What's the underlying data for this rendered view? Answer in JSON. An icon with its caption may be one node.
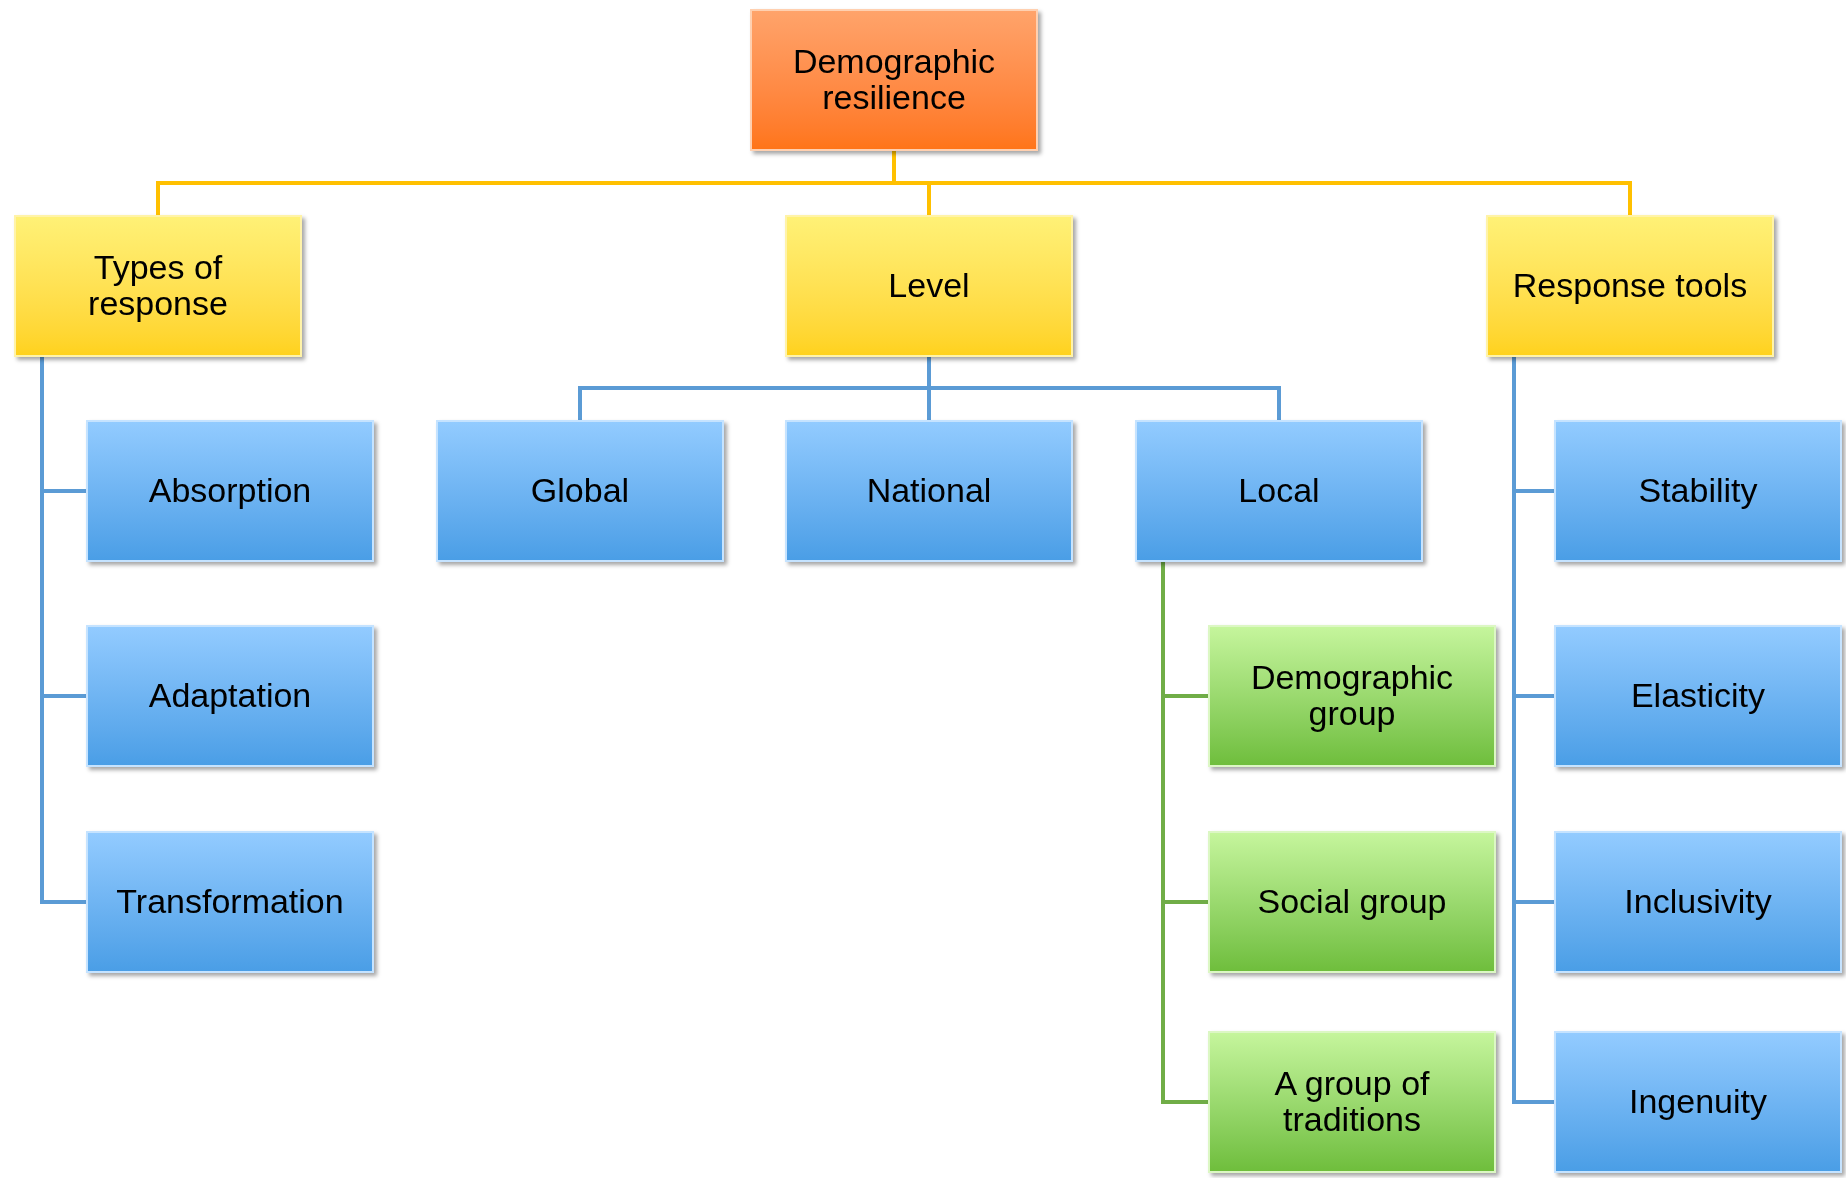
{
  "diagram": {
    "nodes": [
      {
        "text": [
          "Demographic resilience"
        ]
      },
      {
        "text": [
          "Types of response"
        ]
      },
      {
        "text": [
          "Level"
        ]
      },
      {
        "text": [
          "Response tools"
        ]
      },
      {
        "text": [
          "Absorption"
        ]
      },
      {
        "text": [
          "Adaptation"
        ]
      },
      {
        "text": [
          "Transformation"
        ]
      },
      {
        "text": [
          "Global"
        ]
      },
      {
        "text": [
          "National"
        ]
      },
      {
        "text": [
          "Local"
        ]
      },
      {
        "text": [
          "Demographic group"
        ]
      },
      {
        "text": [
          "Social group"
        ]
      },
      {
        "text": [
          "A group of traditions"
        ]
      },
      {
        "text": [
          "Stability"
        ]
      },
      {
        "text": [
          "Elasticity"
        ]
      },
      {
        "text": [
          "Inclusivity"
        ]
      },
      {
        "text": [
          "Ingenuity"
        ]
      }
    ],
    "edges": [
      {
        "from": 0,
        "to": 1,
        "arrow": "none",
        "color": "#ffc000"
      },
      {
        "from": 0,
        "to": 2,
        "arrow": "none",
        "color": "#ffc000"
      },
      {
        "from": 0,
        "to": 3,
        "arrow": "none",
        "color": "#ffc000"
      },
      {
        "from": 1,
        "to": 4,
        "arrow": "none"
      },
      {
        "from": 1,
        "to": 5,
        "arrow": "none"
      },
      {
        "from": 1,
        "to": 6,
        "arrow": "none"
      },
      {
        "from": 2,
        "to": 7,
        "arrow": "none"
      },
      {
        "from": 2,
        "to": 8,
        "arrow": "none"
      },
      {
        "from": 2,
        "to": 9,
        "arrow": "none"
      },
      {
        "from": 9,
        "to": 10,
        "arrow": "none",
        "color": "#70ad47"
      },
      {
        "from": 9,
        "to": 11,
        "arrow": "none",
        "color": "#70ad47"
      },
      {
        "from": 9,
        "to": 12,
        "arrow": "none",
        "color": "#70ad47"
      },
      {
        "from": 3,
        "to": 13,
        "arrow": "none"
      },
      {
        "from": 3,
        "to": 14,
        "arrow": "none"
      },
      {
        "from": 3,
        "to": 15,
        "arrow": "none"
      },
      {
        "from": 3,
        "to": 16,
        "arrow": "none"
      }
    ]
  }
}
